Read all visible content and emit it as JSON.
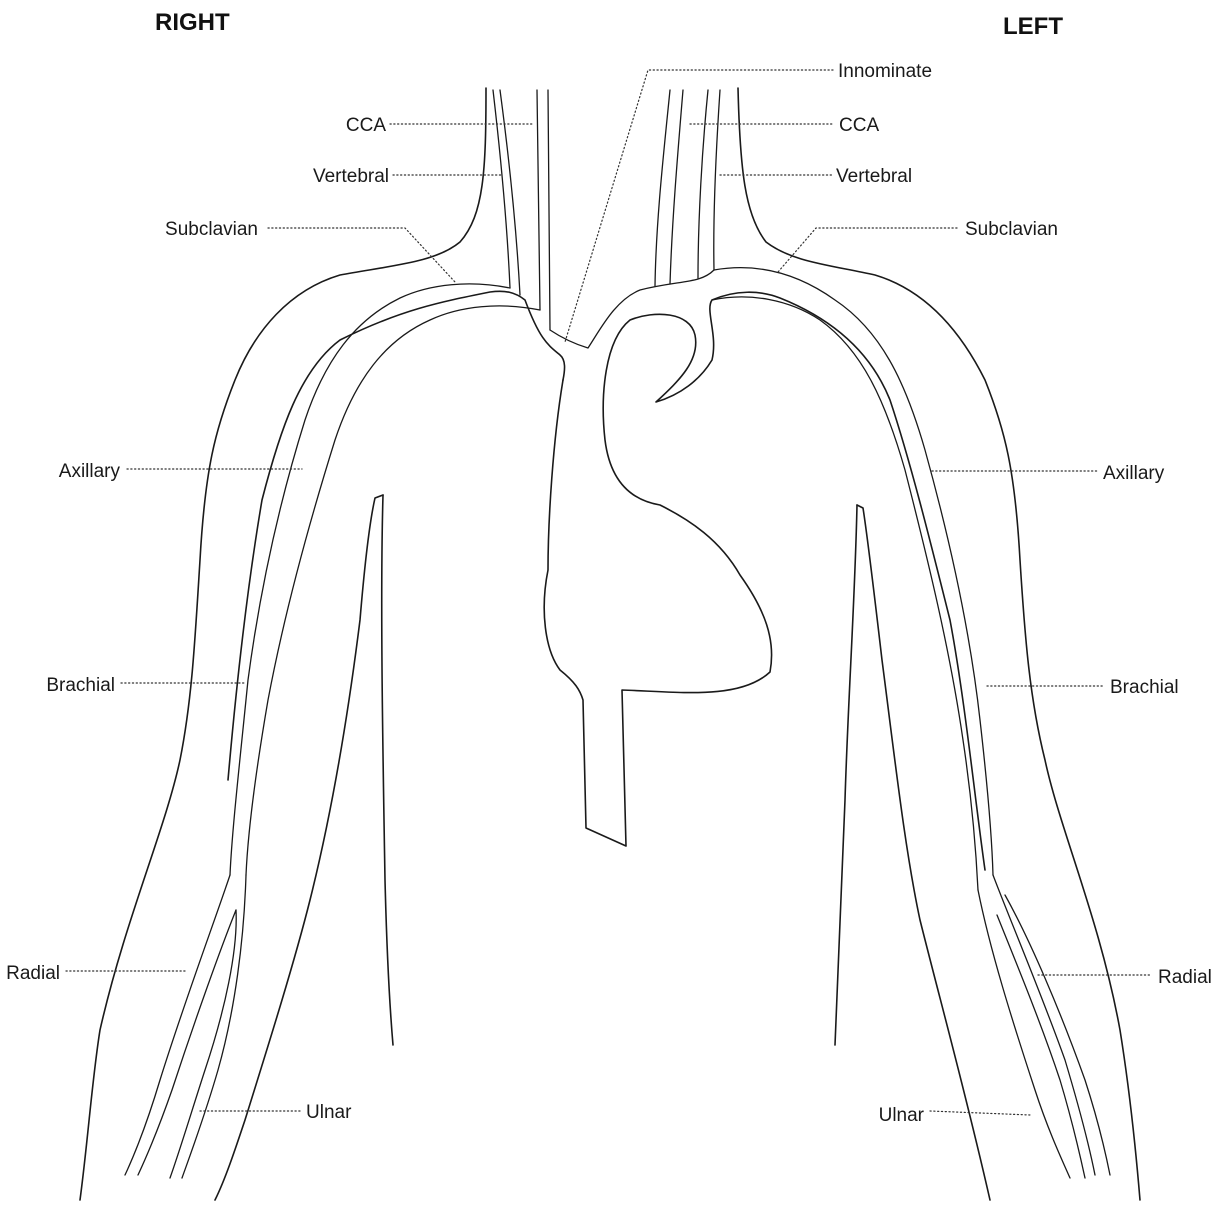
{
  "headings": {
    "right": "RIGHT",
    "left": "LEFT"
  },
  "labels": {
    "innominate": "Innominate",
    "right_cca": "CCA",
    "left_cca": "CCA",
    "right_vertebral": "Vertebral",
    "left_vertebral": "Vertebral",
    "right_subclavian": "Subclavian",
    "left_subclavian": "Subclavian",
    "right_axillary": "Axillary",
    "left_axillary": "Axillary",
    "right_brachial": "Brachial",
    "left_brachial": "Brachial",
    "right_radial": "Radial",
    "left_radial": "Radial",
    "right_ulnar": "Ulnar",
    "left_ulnar": "Ulnar"
  }
}
